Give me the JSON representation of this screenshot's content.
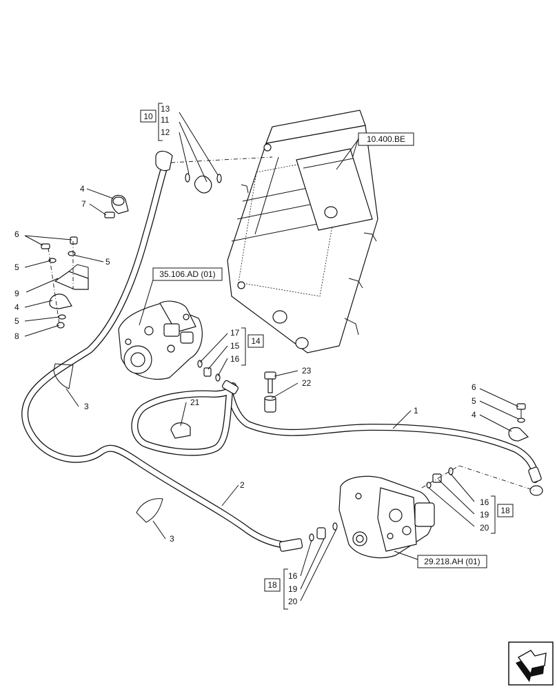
{
  "refs": {
    "radiator": "10.400.BE",
    "pump_front": "35.106.AD (01)",
    "pump_rear": "29.218.AH (01)"
  },
  "groups": {
    "g10": "10",
    "g14": "14",
    "g18_right": "18",
    "g18_bottom": "18"
  },
  "callouts": {
    "c13": "13",
    "c11": "11",
    "c12": "12",
    "c4a": "4",
    "c7": "7",
    "c6a": "6",
    "c5a": "5",
    "c5b": "5",
    "c9": "9",
    "c4b": "4",
    "c5c": "5",
    "c8": "8",
    "c17": "17",
    "c15": "15",
    "c16a": "16",
    "c23": "23",
    "c22": "22",
    "c3a": "3",
    "c21": "21",
    "c1": "1",
    "c2": "2",
    "c6b": "6",
    "c5d": "5",
    "c4c": "4",
    "c16b": "16",
    "c19a": "19",
    "c20a": "20",
    "c3b": "3",
    "c16c": "16",
    "c19b": "19",
    "c20b": "20"
  },
  "icons": {
    "nav": "arrow-navigation-icon"
  }
}
